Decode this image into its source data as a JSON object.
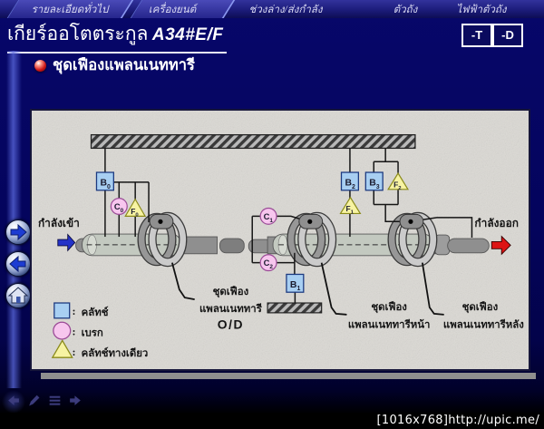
{
  "header": {
    "tabs": [
      "รายละเอียดทั่วไป",
      "เครื่องยนต์",
      "ช่วงล่าง/ส่งกำลัง",
      "ตัวถัง",
      "ไฟฟ้าตัวถัง"
    ],
    "title": "เกียร์ออโตตระกูล",
    "model": "A34#E/F",
    "buttons": {
      "t": "-T",
      "d": "-D"
    }
  },
  "subtitle": "ชุดเฟืองแพลนเนททารี",
  "diagram": {
    "input_label": "กำลังเข้า",
    "output_label": "กำลังออก",
    "components": {
      "b0": {
        "main": "B",
        "sub": "0"
      },
      "b1": {
        "main": "B",
        "sub": "1"
      },
      "b2": {
        "main": "B",
        "sub": "2"
      },
      "b3": {
        "main": "B",
        "sub": "3"
      },
      "c0": {
        "main": "C",
        "sub": "0"
      },
      "c1": {
        "main": "C",
        "sub": "1"
      },
      "c2": {
        "main": "C",
        "sub": "2"
      },
      "f0": {
        "main": "F",
        "sub": "0"
      },
      "f1": {
        "main": "F",
        "sub": "1"
      },
      "f2": {
        "main": "F",
        "sub": "2"
      }
    },
    "gear_labels": {
      "od": {
        "line1": "ชุดเฟือง",
        "line2": "แพลนเนททารี",
        "line3": "O/D"
      },
      "front": {
        "line1": "ชุดเฟือง",
        "line2": "แพลนเนททารีหน้า"
      },
      "rear": {
        "line1": "ชุดเฟือง",
        "line2": "แพลนเนททารีหลัง"
      }
    },
    "legend": [
      {
        "shape": "square-icon",
        "label": "คลัทช์"
      },
      {
        "shape": "circle-icon",
        "label": "เบรก"
      },
      {
        "shape": "triangle-icon",
        "label": "คลัทช์ทางเดียว"
      }
    ],
    "legend_separator": ":",
    "colors": {
      "clutch_fill": "#a8cff2",
      "brake_fill": "#f7c6ee",
      "oneway_fill": "#f7f3a2",
      "input_arrow": "#2433c8",
      "output_arrow": "#dd1414",
      "panel_bg": "#dbd9d4"
    }
  },
  "footer": {
    "watermark": "[1016x768]http://upic.me/"
  }
}
